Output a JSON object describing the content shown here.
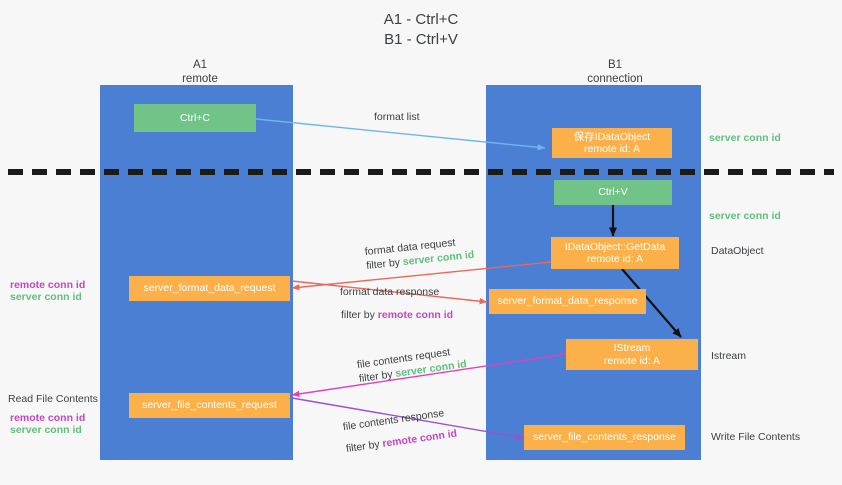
{
  "title": {
    "line1": "A1 - Ctrl+C",
    "line2": "B1 - Ctrl+V"
  },
  "colors": {
    "lane": "#4a7fd4",
    "green_box": "#72c387",
    "orange_box": "#fbb04a",
    "server_conn": "#5fbf7d",
    "remote_conn": "#c545c5",
    "text": "#3c4043",
    "background": "#f7f7f7",
    "divider": "#1a1a1a",
    "arrow_blue": "#6fb6e8",
    "arrow_red": "#e8685c",
    "arrow_magenta": "#e040c0",
    "arrow_purple": "#9b51d0",
    "arrow_black": "#111111"
  },
  "lanes": [
    {
      "name": "A1",
      "sub": "remote"
    },
    {
      "name": "B1",
      "sub": "connection"
    }
  ],
  "boxes": {
    "ctrl_c": "Ctrl+C",
    "ctrl_v": "Ctrl+V",
    "save_idataobject_l1": "保存IDataObject",
    "save_idataobject_l2": "remote id: A",
    "getdata_l1": "IDataObject::GetData",
    "getdata_l2": "remote id: A",
    "istream_l1": "IStream",
    "istream_l2": "remote id: A",
    "server_format_data_request": "server_format_data_request",
    "server_format_data_response": "server_format_data_response",
    "server_file_contents_request": "server_file_contents_request",
    "server_file_contents_response": "server_file_contents_response"
  },
  "edge_labels": {
    "format_list": "format list",
    "format_data_request": "format data request",
    "format_data_request_filter_prefix": "filter by ",
    "format_data_request_filter_value": "server conn id",
    "format_data_response": "format data response",
    "format_data_response_filter_prefix": "filter by ",
    "format_data_response_filter_value": "remote conn id",
    "file_contents_request": "file contents request",
    "file_contents_request_filter_prefix": "filter by ",
    "file_contents_request_filter_value": "server conn id",
    "file_contents_response": "file contents response",
    "file_contents_response_filter_prefix": "filter by ",
    "file_contents_response_filter_value": "remote conn id"
  },
  "right_labels": {
    "server_conn_id_top": "server conn id",
    "server_conn_id_mid": "server conn id",
    "dataobject": "DataObject",
    "istream": "Istream",
    "write_file_contents": "Write File Contents"
  },
  "left_labels": {
    "remote_conn_id_mid": "remote conn id",
    "server_conn_id_mid": "server conn id",
    "read_file_contents": "Read File Contents",
    "remote_conn_id_bottom": "remote conn id",
    "server_conn_id_bottom": "server conn id"
  }
}
